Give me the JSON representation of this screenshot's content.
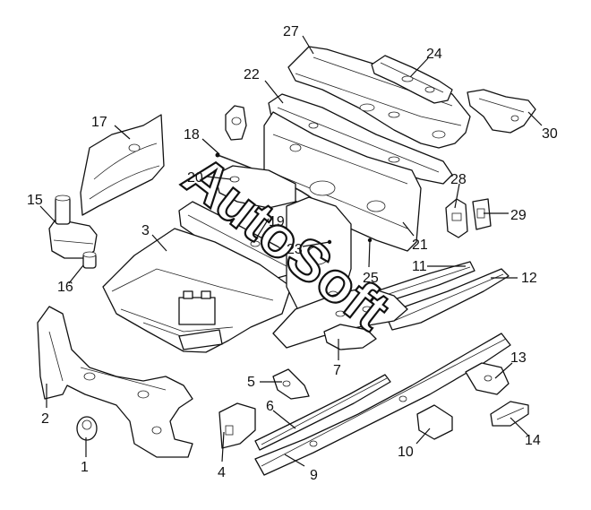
{
  "diagram": {
    "watermark": "AutoSoft",
    "callouts": [
      {
        "id": "1",
        "label": "1"
      },
      {
        "id": "2",
        "label": "2"
      },
      {
        "id": "3",
        "label": "3"
      },
      {
        "id": "4",
        "label": "4"
      },
      {
        "id": "5",
        "label": "5"
      },
      {
        "id": "6",
        "label": "6"
      },
      {
        "id": "7",
        "label": "7"
      },
      {
        "id": "9",
        "label": "9"
      },
      {
        "id": "10",
        "label": "10"
      },
      {
        "id": "11",
        "label": "11"
      },
      {
        "id": "12",
        "label": "12"
      },
      {
        "id": "13",
        "label": "13"
      },
      {
        "id": "14",
        "label": "14"
      },
      {
        "id": "15",
        "label": "15"
      },
      {
        "id": "16",
        "label": "16"
      },
      {
        "id": "17",
        "label": "17"
      },
      {
        "id": "18",
        "label": "18"
      },
      {
        "id": "19",
        "label": "19"
      },
      {
        "id": "20",
        "label": "20"
      },
      {
        "id": "21",
        "label": "21"
      },
      {
        "id": "22",
        "label": "22"
      },
      {
        "id": "23",
        "label": "23"
      },
      {
        "id": "24",
        "label": "24"
      },
      {
        "id": "25",
        "label": "25"
      },
      {
        "id": "27",
        "label": "27"
      },
      {
        "id": "28",
        "label": "28"
      },
      {
        "id": "29",
        "label": "29"
      },
      {
        "id": "30",
        "label": "30"
      }
    ]
  }
}
